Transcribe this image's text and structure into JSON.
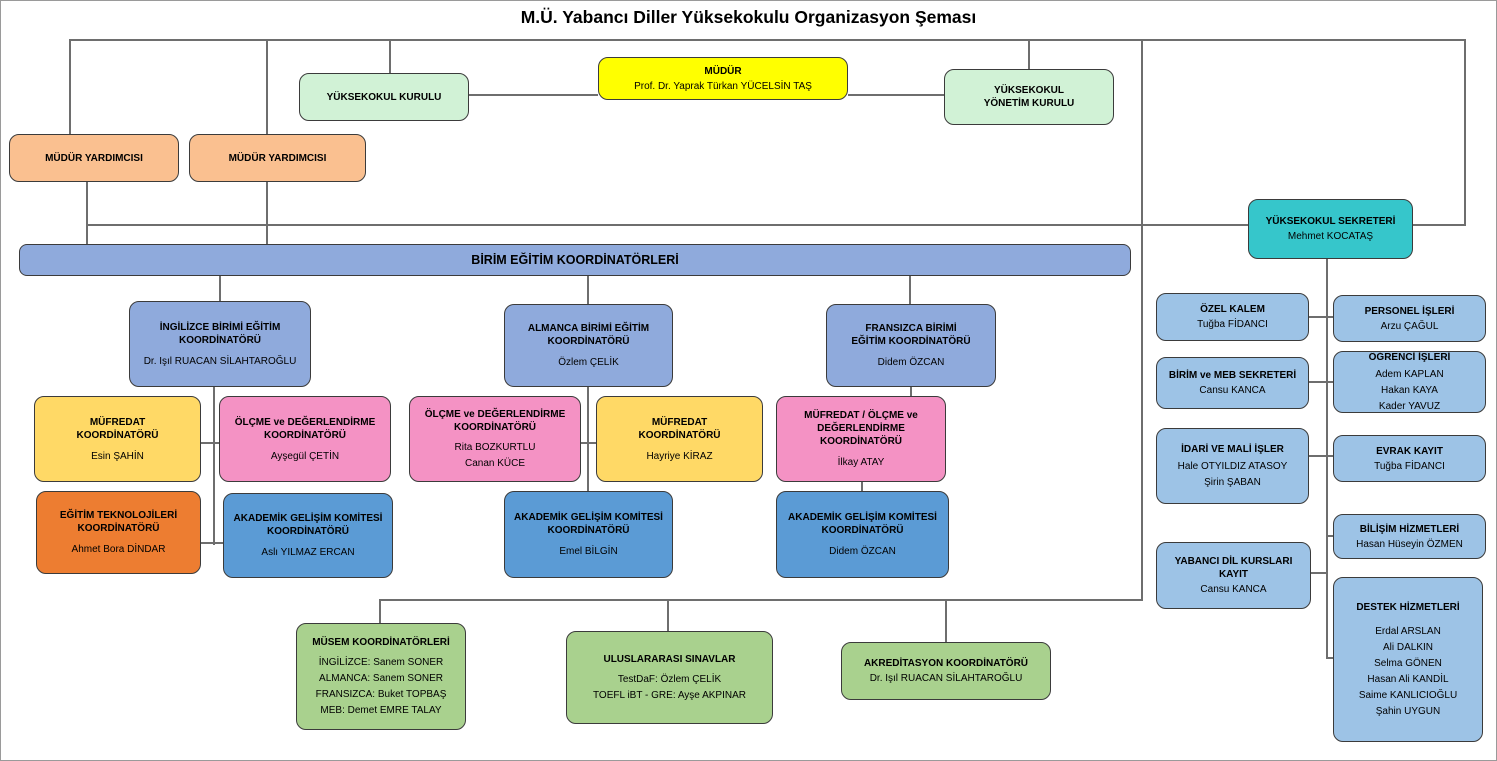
{
  "title": "M.Ü. Yabancı Diller Yüksekokulu Organizasyon Şeması",
  "colors": {
    "mudur": "#FFFF00",
    "kurul": "#D1F2D6",
    "mudur_yardimcisi": "#FAC090",
    "egitim_koordinator": "#8FAADC",
    "mufredat": "#FFD966",
    "olcme": "#F492C4",
    "egitim_teknolojileri": "#ED7D31",
    "akademik": "#5B9BD5",
    "sekreter": "#36C6CB",
    "idari_birim": "#9DC3E6",
    "alt_koordinator": "#A9D18E",
    "connector": "#6e6e6e"
  },
  "nodes": {
    "mudur": {
      "title": "MÜDÜR",
      "name": "Prof. Dr. Yaprak Türkan YÜCELSİN TAŞ"
    },
    "yuksekokul_kurulu": {
      "title": "YÜKSEKOKUL KURULU"
    },
    "yonetim_kurulu": {
      "title": "YÜKSEKOKUL YÖNETİM KURULU"
    },
    "mudur_yardimcisi": {
      "title": "MÜDÜR YARDIMCISI"
    },
    "sekreter": {
      "title": "YÜKSEKOKUL SEKRETERİ",
      "name": "Mehmet KOCATAŞ"
    },
    "birim_egitim": {
      "title": "BİRİM EĞİTİM KOORDİNATÖRLERİ"
    },
    "ingilizce": {
      "title": "İNGİLİZCE BİRİMİ EĞİTİM KOORDİNATÖRÜ",
      "name": "Dr. Işıl RUACAN SİLAHTAROĞLU"
    },
    "almanca": {
      "title": "ALMANCA BİRİMİ EĞİTİM KOORDİNATÖRÜ",
      "name": "Özlem ÇELİK"
    },
    "fransizca": {
      "title": "FRANSIZCA BİRİMİ EĞİTİM KOORDİNATÖRÜ",
      "name": "Didem ÖZCAN"
    },
    "mufredat_ing": {
      "title": "MÜFREDAT KOORDİNATÖRÜ",
      "name": "Esin ŞAHİN"
    },
    "olcme_ing": {
      "title": "ÖLÇME ve DEĞERLENDİRME KOORDİNATÖRÜ",
      "name": "Ayşegül ÇETİN"
    },
    "olcme_alm": {
      "title": "ÖLÇME ve DEĞERLENDİRME KOORDİNATÖRÜ",
      "lines": [
        "Rita BOZKURTLU",
        "Canan KÜCE"
      ]
    },
    "mufredat_alm": {
      "title": "MÜFREDAT KOORDİNATÖRÜ",
      "name": "Hayriye KİRAZ"
    },
    "mufredat_olcme_fra": {
      "title": "MÜFREDAT / ÖLÇME ve DEĞERLENDİRME KOORDİNATÖRÜ",
      "name": "İlkay ATAY"
    },
    "egitim_teknolojileri": {
      "title": "EĞİTİM TEKNOLOJİLERİ KOORDİNATÖRÜ",
      "name": "Ahmet Bora DİNDAR"
    },
    "akademik_ing": {
      "title": "AKADEMİK GELİŞİM KOMİTESİ KOORDİNATÖRÜ",
      "name": "Aslı YILMAZ ERCAN"
    },
    "akademik_alm": {
      "title": "AKADEMİK GELİŞİM KOMİTESİ KOORDİNATÖRÜ",
      "name": "Emel BİLGİN"
    },
    "akademik_fra": {
      "title": "AKADEMİK GELİŞİM KOMİTESİ KOORDİNATÖRÜ",
      "name": "Didem ÖZCAN"
    },
    "musem": {
      "title": "MÜSEM KOORDİNATÖRLERİ",
      "lines": [
        "İNGİLİZCE: Sanem SONER",
        "ALMANCA: Sanem SONER",
        "FRANSIZCA: Buket TOPBAŞ",
        "MEB: Demet EMRE TALAY"
      ]
    },
    "sinavlar": {
      "title": "ULUSLARARASI SINAVLAR",
      "lines": [
        "TestDaF: Özlem ÇELİK",
        "TOEFL iBT - GRE: Ayşe AKPINAR"
      ]
    },
    "akreditasyon": {
      "title": "AKREDİTASYON KOORDİNATÖRÜ",
      "name": "Dr. Işıl RUACAN SİLAHTAROĞLU"
    },
    "ozel_kalem": {
      "title": "ÖZEL KALEM",
      "name": "Tuğba FİDANCI"
    },
    "personel": {
      "title": "PERSONEL İŞLERİ",
      "name": "Arzu ÇAĞUL"
    },
    "birim_meb": {
      "title": "BİRİM ve MEB SEKRETERİ",
      "name": "Cansu KANCA"
    },
    "ogrenci": {
      "title": "ÖĞRENCİ İŞLERİ",
      "lines": [
        "Adem KAPLAN",
        "Hakan KAYA",
        "Kader YAVUZ"
      ]
    },
    "idari": {
      "title": "İDARİ VE MALİ İŞLER",
      "lines": [
        "Hale OTYILDIZ ATASOY",
        "Şirin ŞABAN"
      ]
    },
    "evrak": {
      "title": "EVRAK KAYIT",
      "name": "Tuğba FİDANCI"
    },
    "bilisim": {
      "title": "BİLİŞİM HİZMETLERİ",
      "name": "Hasan Hüseyin ÖZMEN"
    },
    "yabanci_dil": {
      "title": "YABANCI DİL KURSLARI KAYIT",
      "name": "Cansu KANCA"
    },
    "destek": {
      "title": "DESTEK HİZMETLERİ",
      "lines": [
        "Erdal ARSLAN",
        "Ali DALKIN",
        "Selma GÖNEN",
        "Hasan Ali KANDİL",
        "Saime KANLICIOĞLU",
        "Şahin UYGUN"
      ]
    }
  }
}
